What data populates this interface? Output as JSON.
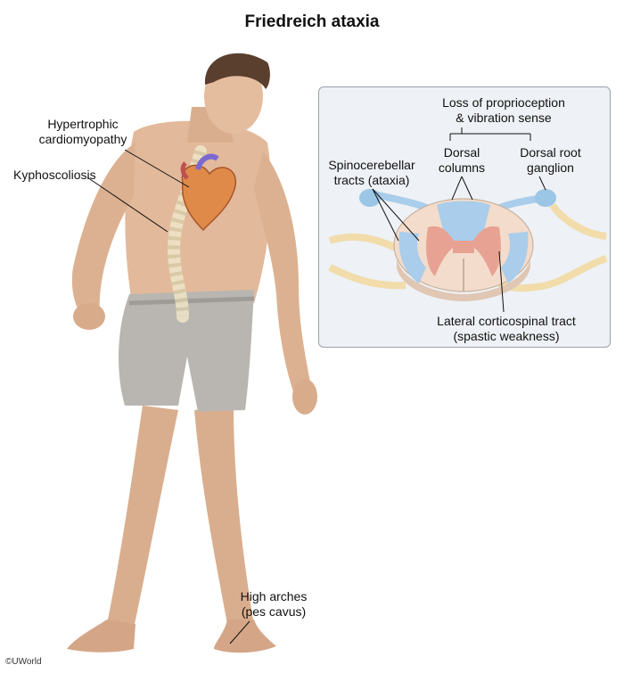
{
  "title": "Friedreich ataxia",
  "labels": {
    "hypertrophic": "Hypertrophic",
    "cardiomyopathy": "cardiomyopathy",
    "kyphoscoliosis": "Kyphoscoliosis",
    "high_arches": "High arches",
    "pes_cavus": "(pes cavus)"
  },
  "inset": {
    "loss_line1": "Loss of proprioception",
    "loss_line2": "& vibration sense",
    "dorsal_col_1": "Dorsal",
    "dorsal_col_2": "columns",
    "drg_1": "Dorsal root",
    "drg_2": "ganglion",
    "sct_1": "Spinocerebellar",
    "sct_2": "tracts (ataxia)",
    "lct_1": "Lateral corticospinal tract",
    "lct_2": "(spastic weakness)"
  },
  "copyright": "©UWorld",
  "colors": {
    "skin": "#e2b99a",
    "shorts": "#b9b6b1",
    "grey_matter": "#e8a294",
    "white_matter": "#f3dccb",
    "tract_blue": "#a9cdea",
    "nerve": "#f1dcaa",
    "inset_bg": "#eef1f5"
  }
}
